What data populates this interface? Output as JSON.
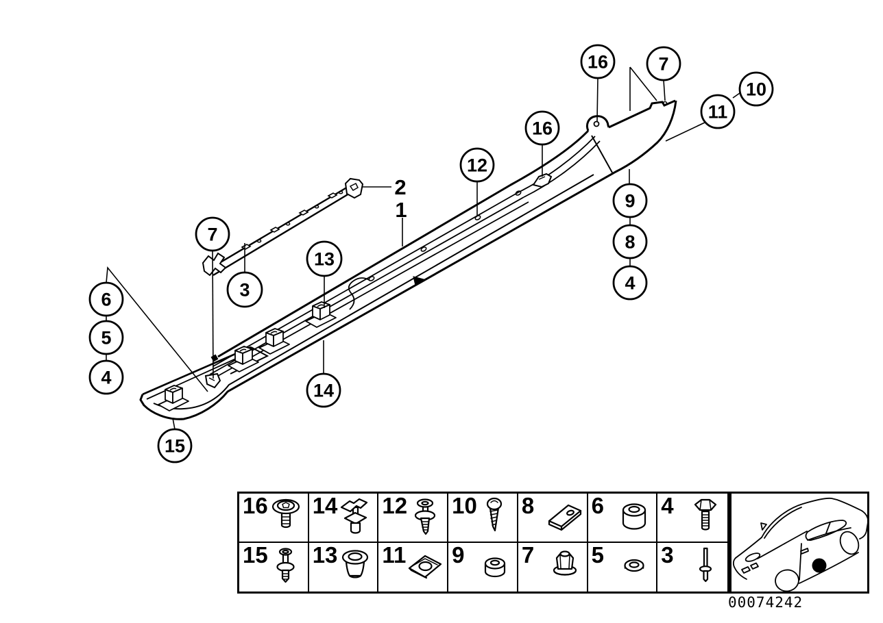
{
  "diagram": {
    "description": "Sill trim / rocker panel exploded parts diagram",
    "callouts": [
      {
        "label": "16"
      },
      {
        "label": "7"
      },
      {
        "label": "10"
      },
      {
        "label": "11"
      },
      {
        "label": "16"
      },
      {
        "label": "12"
      },
      {
        "label": "9"
      },
      {
        "label": "8"
      },
      {
        "label": "4"
      },
      {
        "label": "7"
      },
      {
        "label": "3"
      },
      {
        "label": "13"
      },
      {
        "label": "6"
      },
      {
        "label": "5"
      },
      {
        "label": "4"
      },
      {
        "label": "14"
      },
      {
        "label": "15"
      }
    ],
    "part_labels": [
      {
        "label": "2"
      },
      {
        "label": "1"
      }
    ]
  },
  "legend": {
    "rows": [
      {
        "cells": [
          {
            "number": "16",
            "icon": "washer-head-screw-icon"
          },
          {
            "number": "14",
            "icon": "expanding-clip-icon"
          },
          {
            "number": "12",
            "icon": "push-rivet-icon"
          },
          {
            "number": "10",
            "icon": "tapping-screw-icon"
          },
          {
            "number": "8",
            "icon": "retainer-plate-icon"
          },
          {
            "number": "6",
            "icon": "spacer-bush-icon"
          },
          {
            "number": "4",
            "icon": "hex-bolt-icon"
          }
        ]
      },
      {
        "cells": [
          {
            "number": "15",
            "icon": "blind-rivet-icon"
          },
          {
            "number": "13",
            "icon": "grommet-icon"
          },
          {
            "number": "11",
            "icon": "clip-nut-icon"
          },
          {
            "number": "9",
            "icon": "spacer-ring-icon"
          },
          {
            "number": "7",
            "icon": "flange-nut-icon"
          },
          {
            "number": "5",
            "icon": "washer-icon"
          },
          {
            "number": "3",
            "icon": "pin-rivet-icon"
          }
        ]
      }
    ]
  },
  "car_inset": {
    "marker": "rocker-panel-location"
  },
  "footer": {
    "document_number": "00074242"
  }
}
